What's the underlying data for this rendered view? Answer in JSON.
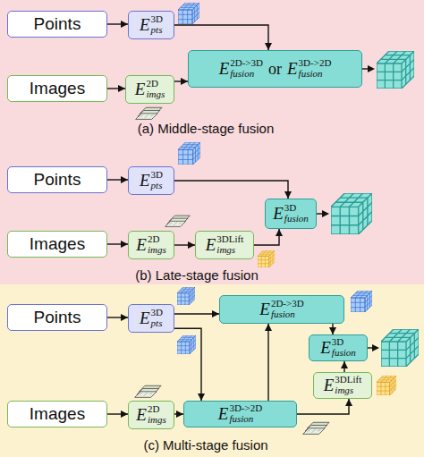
{
  "diagram": {
    "nodes": [
      {
        "text": [
          "Points"
        ]
      },
      {
        "text": [
          "E",
          "3D",
          "pts"
        ]
      },
      {
        "text": [
          "E",
          "2D->3D",
          "fusion",
          "or",
          "E",
          "3D->2D",
          "fusion"
        ]
      },
      {
        "text": [
          "Images"
        ]
      },
      {
        "text": [
          "E",
          "2D",
          "imgs"
        ]
      },
      {
        "text": [
          "Points"
        ]
      },
      {
        "text": [
          "E",
          "3D",
          "pts"
        ]
      },
      {
        "text": [
          "E",
          "3D",
          "fusion"
        ]
      },
      {
        "text": [
          "Images"
        ]
      },
      {
        "text": [
          "E",
          "2D",
          "imgs"
        ]
      },
      {
        "text": [
          "E",
          "3DLift",
          "imgs"
        ]
      },
      {
        "text": [
          "Points"
        ]
      },
      {
        "text": [
          "E",
          "3D",
          "pts"
        ]
      },
      {
        "text": [
          "E",
          "2D->3D",
          "fusion"
        ]
      },
      {
        "text": [
          "E",
          "3D",
          "fusion"
        ]
      },
      {
        "text": [
          "Images"
        ]
      },
      {
        "text": [
          "E",
          "2D",
          "imgs"
        ]
      },
      {
        "text": [
          "E",
          "3D->2D",
          "fusion"
        ]
      },
      {
        "text": [
          "E",
          "3DLift",
          "imgs"
        ]
      }
    ],
    "edges": [
      {
        "from": 0,
        "to": 1,
        "arrow": "to"
      },
      {
        "from": 1,
        "to": 2,
        "arrow": "to"
      },
      {
        "from": 3,
        "to": 4,
        "arrow": "to"
      },
      {
        "from": 4,
        "to": 2,
        "arrow": "to"
      },
      {
        "from": 5,
        "to": 6,
        "arrow": "to"
      },
      {
        "from": 6,
        "to": 7,
        "arrow": "to"
      },
      {
        "from": 8,
        "to": 9,
        "arrow": "to"
      },
      {
        "from": 9,
        "to": 10,
        "arrow": "to"
      },
      {
        "from": 10,
        "to": 7,
        "arrow": "to"
      },
      {
        "from": 11,
        "to": 12,
        "arrow": "to"
      },
      {
        "from": 12,
        "to": 13,
        "arrow": "to"
      },
      {
        "from": 12,
        "to": 17,
        "arrow": "to"
      },
      {
        "from": 15,
        "to": 16,
        "arrow": "to"
      },
      {
        "from": 16,
        "to": 17,
        "arrow": "to"
      },
      {
        "from": 17,
        "to": 13,
        "arrow": "to"
      },
      {
        "from": 13,
        "to": 14,
        "arrow": "to"
      },
      {
        "from": 17,
        "to": 18,
        "arrow": "to"
      },
      {
        "from": 18,
        "to": 14,
        "arrow": "to"
      }
    ],
    "labels": [
      "(a) Middle-stage fusion",
      "(b) Late-stage fusion",
      "(c) Multi-stage fusion"
    ]
  }
}
